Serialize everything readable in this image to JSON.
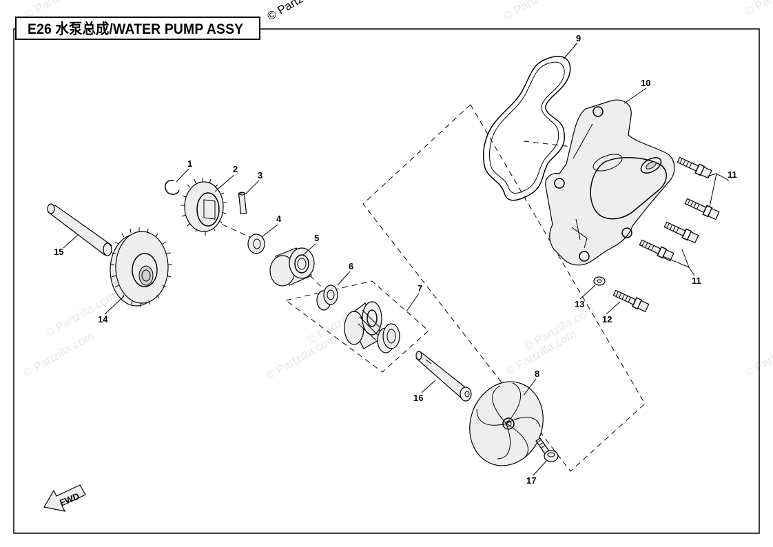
{
  "title": "E26 水泵总成/WATER PUMP ASSY",
  "watermark": "© Partzilla.com",
  "watermark_top": "© Partz",
  "fwd_label": "FWD",
  "callouts": [
    {
      "id": "c1",
      "label": "1"
    },
    {
      "id": "c2",
      "label": "2"
    },
    {
      "id": "c3",
      "label": "3"
    },
    {
      "id": "c4",
      "label": "4"
    },
    {
      "id": "c5",
      "label": "5"
    },
    {
      "id": "c6",
      "label": "6"
    },
    {
      "id": "c7",
      "label": "7"
    },
    {
      "id": "c8",
      "label": "8"
    },
    {
      "id": "c9",
      "label": "9"
    },
    {
      "id": "c10",
      "label": "10"
    },
    {
      "id": "c11a",
      "label": "11"
    },
    {
      "id": "c11b",
      "label": "11"
    },
    {
      "id": "c12",
      "label": "12"
    },
    {
      "id": "c13",
      "label": "13"
    },
    {
      "id": "c14",
      "label": "14"
    },
    {
      "id": "c15",
      "label": "15"
    },
    {
      "id": "c16",
      "label": "16"
    },
    {
      "id": "c17",
      "label": "17"
    }
  ]
}
